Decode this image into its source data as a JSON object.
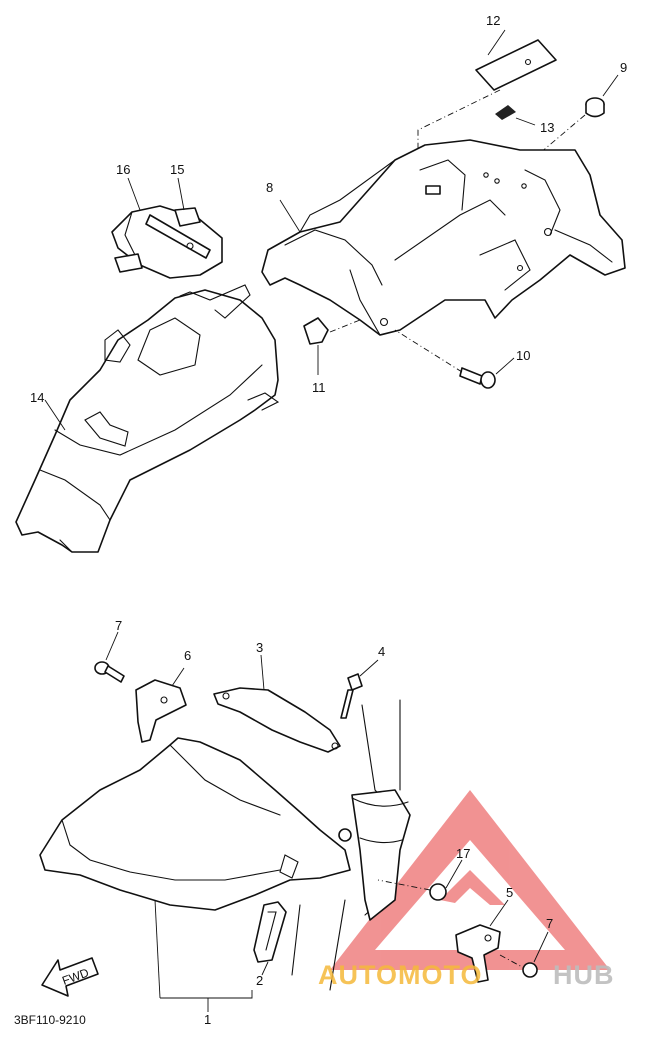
{
  "callouts": {
    "c1": "1",
    "c2": "2",
    "c3": "3",
    "c4": "4",
    "c5": "5",
    "c6": "6",
    "c7a": "7",
    "c7b": "7",
    "c8": "8",
    "c9": "9",
    "c10": "10",
    "c11": "11",
    "c12": "12",
    "c13": "13",
    "c14": "14",
    "c15": "15",
    "c16": "16",
    "c17": "17"
  },
  "diagram_code": "3BF110-9210",
  "fwd_label": "FWD",
  "watermark": {
    "text_part1": "AUTOMOTO",
    "text_part2": "HUB",
    "color_part1": "#f5b93a",
    "color_part2": "#bdbdbd",
    "triangle_color": "#e63a3a"
  }
}
